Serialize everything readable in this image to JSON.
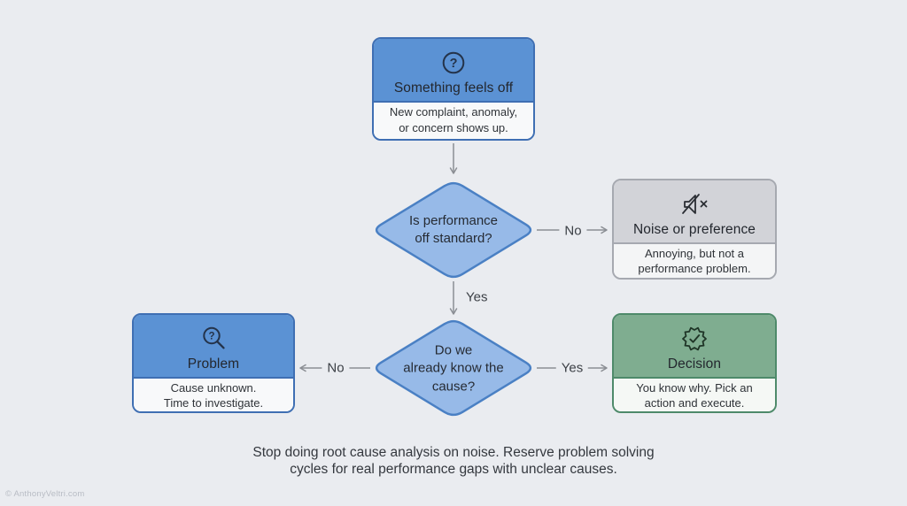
{
  "page": {
    "background_color": "#eaecf0",
    "watermark": "© AnthonyVeltri.com",
    "caption": "Stop doing root cause analysis on noise. Reserve problem solving\ncycles for real performance gaps with unclear causes."
  },
  "flowchart": {
    "nodes": {
      "start": {
        "title": "Something feels off",
        "description": "New complaint, anomaly,\nor concern shows up.",
        "icon": "question-circle-icon",
        "header_color": "#5b92d4",
        "border_color": "#3f6fb3"
      },
      "performance_check": {
        "label": "Is performance\noff standard?",
        "fill_color": "#97bae8",
        "border_color": "#4a80c4"
      },
      "noise": {
        "title": "Noise or preference",
        "description": "Annoying, but not a\nperformance problem.",
        "icon": "speaker-muted-icon",
        "header_color": "#d2d3d8",
        "border_color": "#a6a9b0"
      },
      "cause_check": {
        "label": "Do we\nalready know the\ncause?",
        "fill_color": "#97bae8",
        "border_color": "#4a80c4"
      },
      "problem": {
        "title": "Problem",
        "description": "Cause unknown.\nTime to investigate.",
        "icon": "magnifier-question-icon",
        "header_color": "#5b92d4",
        "border_color": "#3f6fb3"
      },
      "decision": {
        "title": "Decision",
        "description": "You know why. Pick an\naction and execute.",
        "icon": "seal-check-icon",
        "header_color": "#7fad90",
        "border_color": "#4e8a6a"
      }
    },
    "edges": {
      "performance_no": {
        "label": "No"
      },
      "performance_yes": {
        "label": "Yes"
      },
      "cause_no": {
        "label": "No"
      },
      "cause_yes": {
        "label": "Yes"
      }
    },
    "arrow_color": "#8b8e94"
  }
}
